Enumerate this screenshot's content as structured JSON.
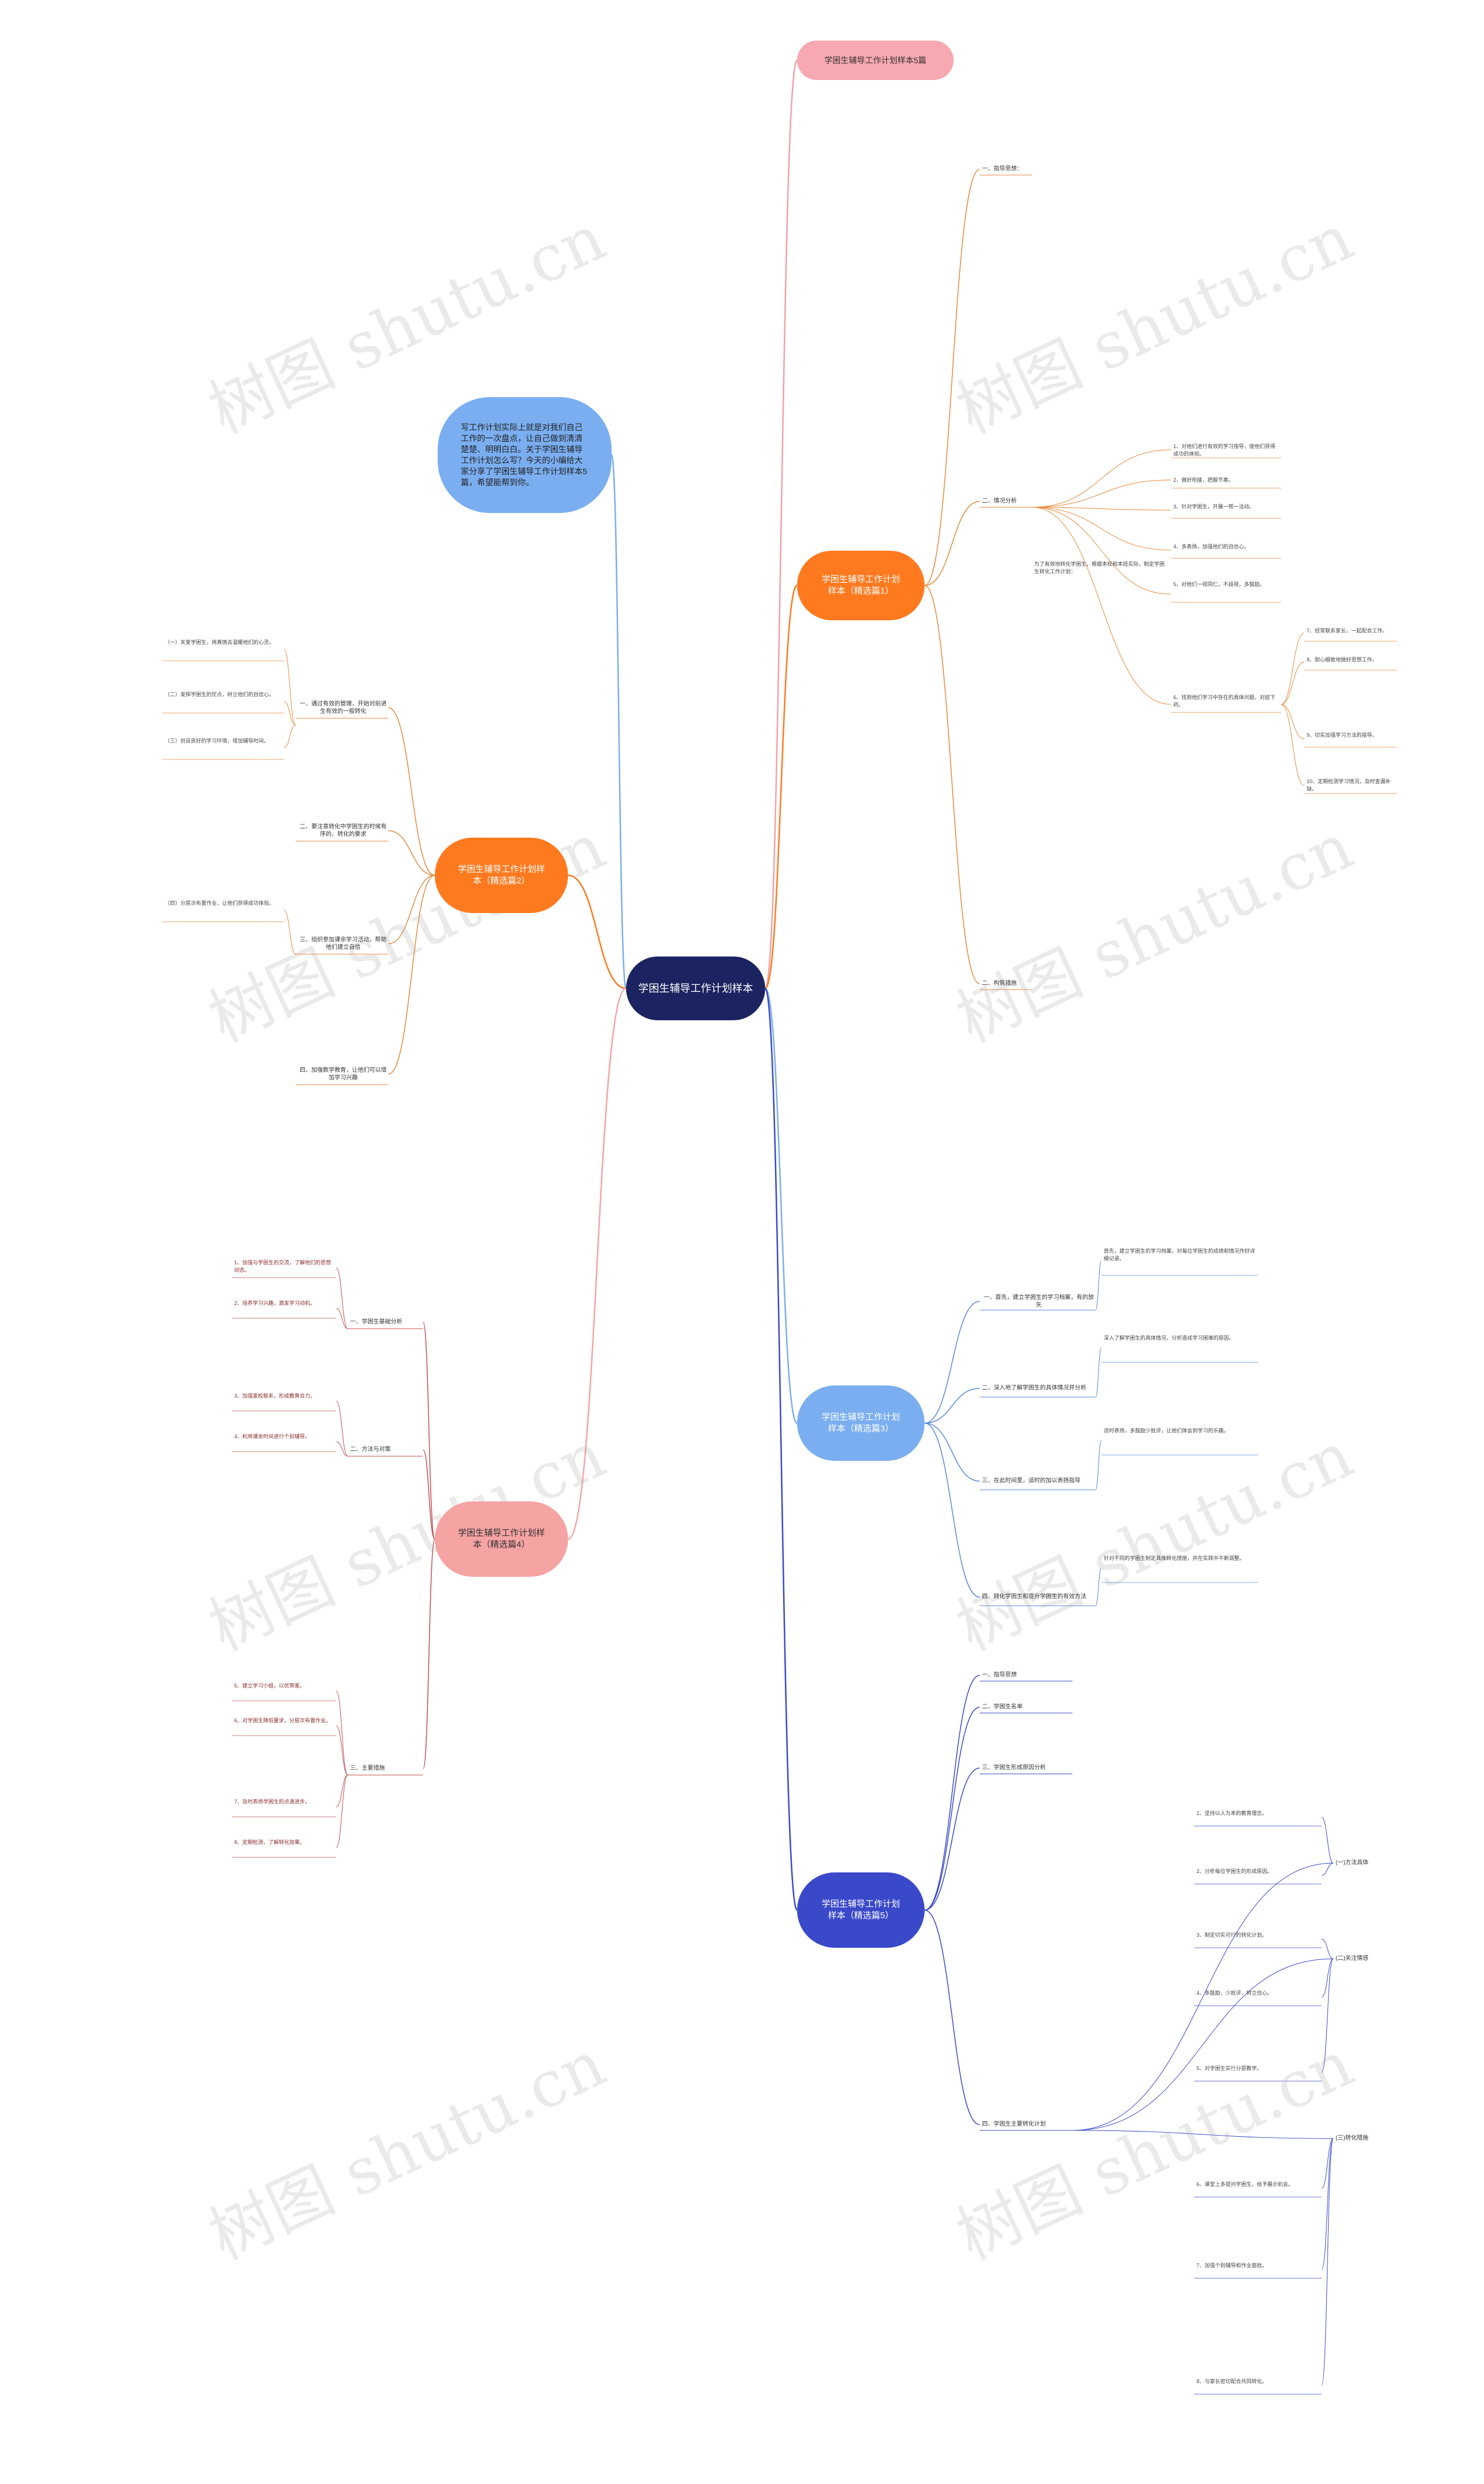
{
  "center": "学困生辅导工作计划样本",
  "title_node": "学困生辅导工作计划样本5篇",
  "intro": "写工作计划实际上就是对我们自己工作的一次盘点，让自己做到清清楚楚、明明白白。关于学困生辅导工作计划怎么写？今天的小编给大家分享了学困生辅导工作计划样本5篇，希望能帮到你。",
  "watermark": "树图 shutu.cn",
  "branches": [
    {
      "id": "b1",
      "label": "学困生辅导工作计划样本（精选篇1）"
    },
    {
      "id": "b2",
      "label": "学困生辅导工作计划样本（精选篇2）"
    },
    {
      "id": "b3",
      "label": "学困生辅导工作计划样本（精选篇3）"
    },
    {
      "id": "b4",
      "label": "学困生辅导工作计划样本（精选篇4）"
    },
    {
      "id": "b5",
      "label": "学困生辅导工作计划样本（精选篇5）"
    }
  ],
  "subs": {
    "b1": [
      "一、指导思想：",
      "二、情况分析",
      "二、构筑措施"
    ],
    "b2": [
      "一、通过有效的管理，开始对前进生有效的一般转化",
      "二、要注意转化中学困生的时候有序的、转化的要求",
      "三、组织参加课余学习活动，帮助他们建立自信",
      "四、加强数学教育，让他们可以增加学习兴趣"
    ],
    "b3": [
      "一、首先，建立学困生的学习档案，有的放矢",
      "二、深入地了解学困生的具体情况并分析",
      "三、在此时间里，适时的加以表扬指导",
      "四、转化学困生和提升学困生的有效方法"
    ],
    "b4": [
      "一、学困生基础分析",
      "二、方法与对策",
      "三、主要措施"
    ],
    "b5": [
      "一、指导思想",
      "二、学困生名单",
      "三、学困生形成原因分析",
      "四、学困生主要转化计划"
    ]
  },
  "b5_sub_labels": [
    "(一)方法具体",
    "(二)关注情感",
    "(三)转化措施"
  ],
  "texts": {
    "b1_intro": "为了有效地转化学困生，根据本校和本班实际，制定学困生转化工作计划：",
    "b1_items": [
      "1、对他们进行有效的学习指导，使他们获得成功的体验。",
      "2、做好衔接，把握节奏。",
      "3、针对学困生，开展一帮一活动。",
      "4、多表扬，加强他们的自信心。",
      "5、对他们一视同仁，不歧视，多鼓励。",
      "6、找到他们学习中存在的具体问题，对症下药。",
      "7、经常联系家长，一起配合工作。",
      "8、耐心细致地做好思想工作。",
      "9、切实加强学习方法的指导。",
      "10、定期检测学习情况，及时查漏补缺。"
    ],
    "b2_items": [
      "（一）关爱学困生，用真情去温暖他们的心灵。",
      "（二）发挥学困生的优点，树立他们的自信心。",
      "（三）创设良好的学习环境，增加辅导时间。",
      "（四）分层次布置作业，让他们获得成功体验。"
    ],
    "b3_items": [
      "首先，建立学困生的学习档案，对每位学困生的成绩和情况作好详细记录。",
      "深入了解学困生的具体情况，分析造成学习困难的原因。",
      "适时表扬，多鼓励少批评，让他们体会到学习的乐趣。",
      "针对不同的学困生制定具体转化措施，并在实践中不断调整。"
    ],
    "b4_items": [
      "1、加强与学困生的交流，了解他们的思想动态。",
      "2、培养学习兴趣，激发学习动机。",
      "3、加强家校联系，形成教育合力。",
      "4、利用课余时间进行个别辅导。",
      "5、建立学习小组，以优带差。",
      "6、对学困生降低要求，分层次布置作业。",
      "7、及时表扬学困生的点滴进步。",
      "8、定期检测，了解转化效果。"
    ],
    "b5_items": [
      "1、坚持以人为本的教育理念。",
      "2、分析每位学困生的形成原因。",
      "3、制定切实可行的转化计划。",
      "4、多鼓励，少批评，树立信心。",
      "5、对学困生实行分层教学。",
      "6、课堂上多提问学困生，给予展示机会。",
      "7、加强个别辅导和作业面批。",
      "8、与家长密切配合共同转化。"
    ]
  }
}
